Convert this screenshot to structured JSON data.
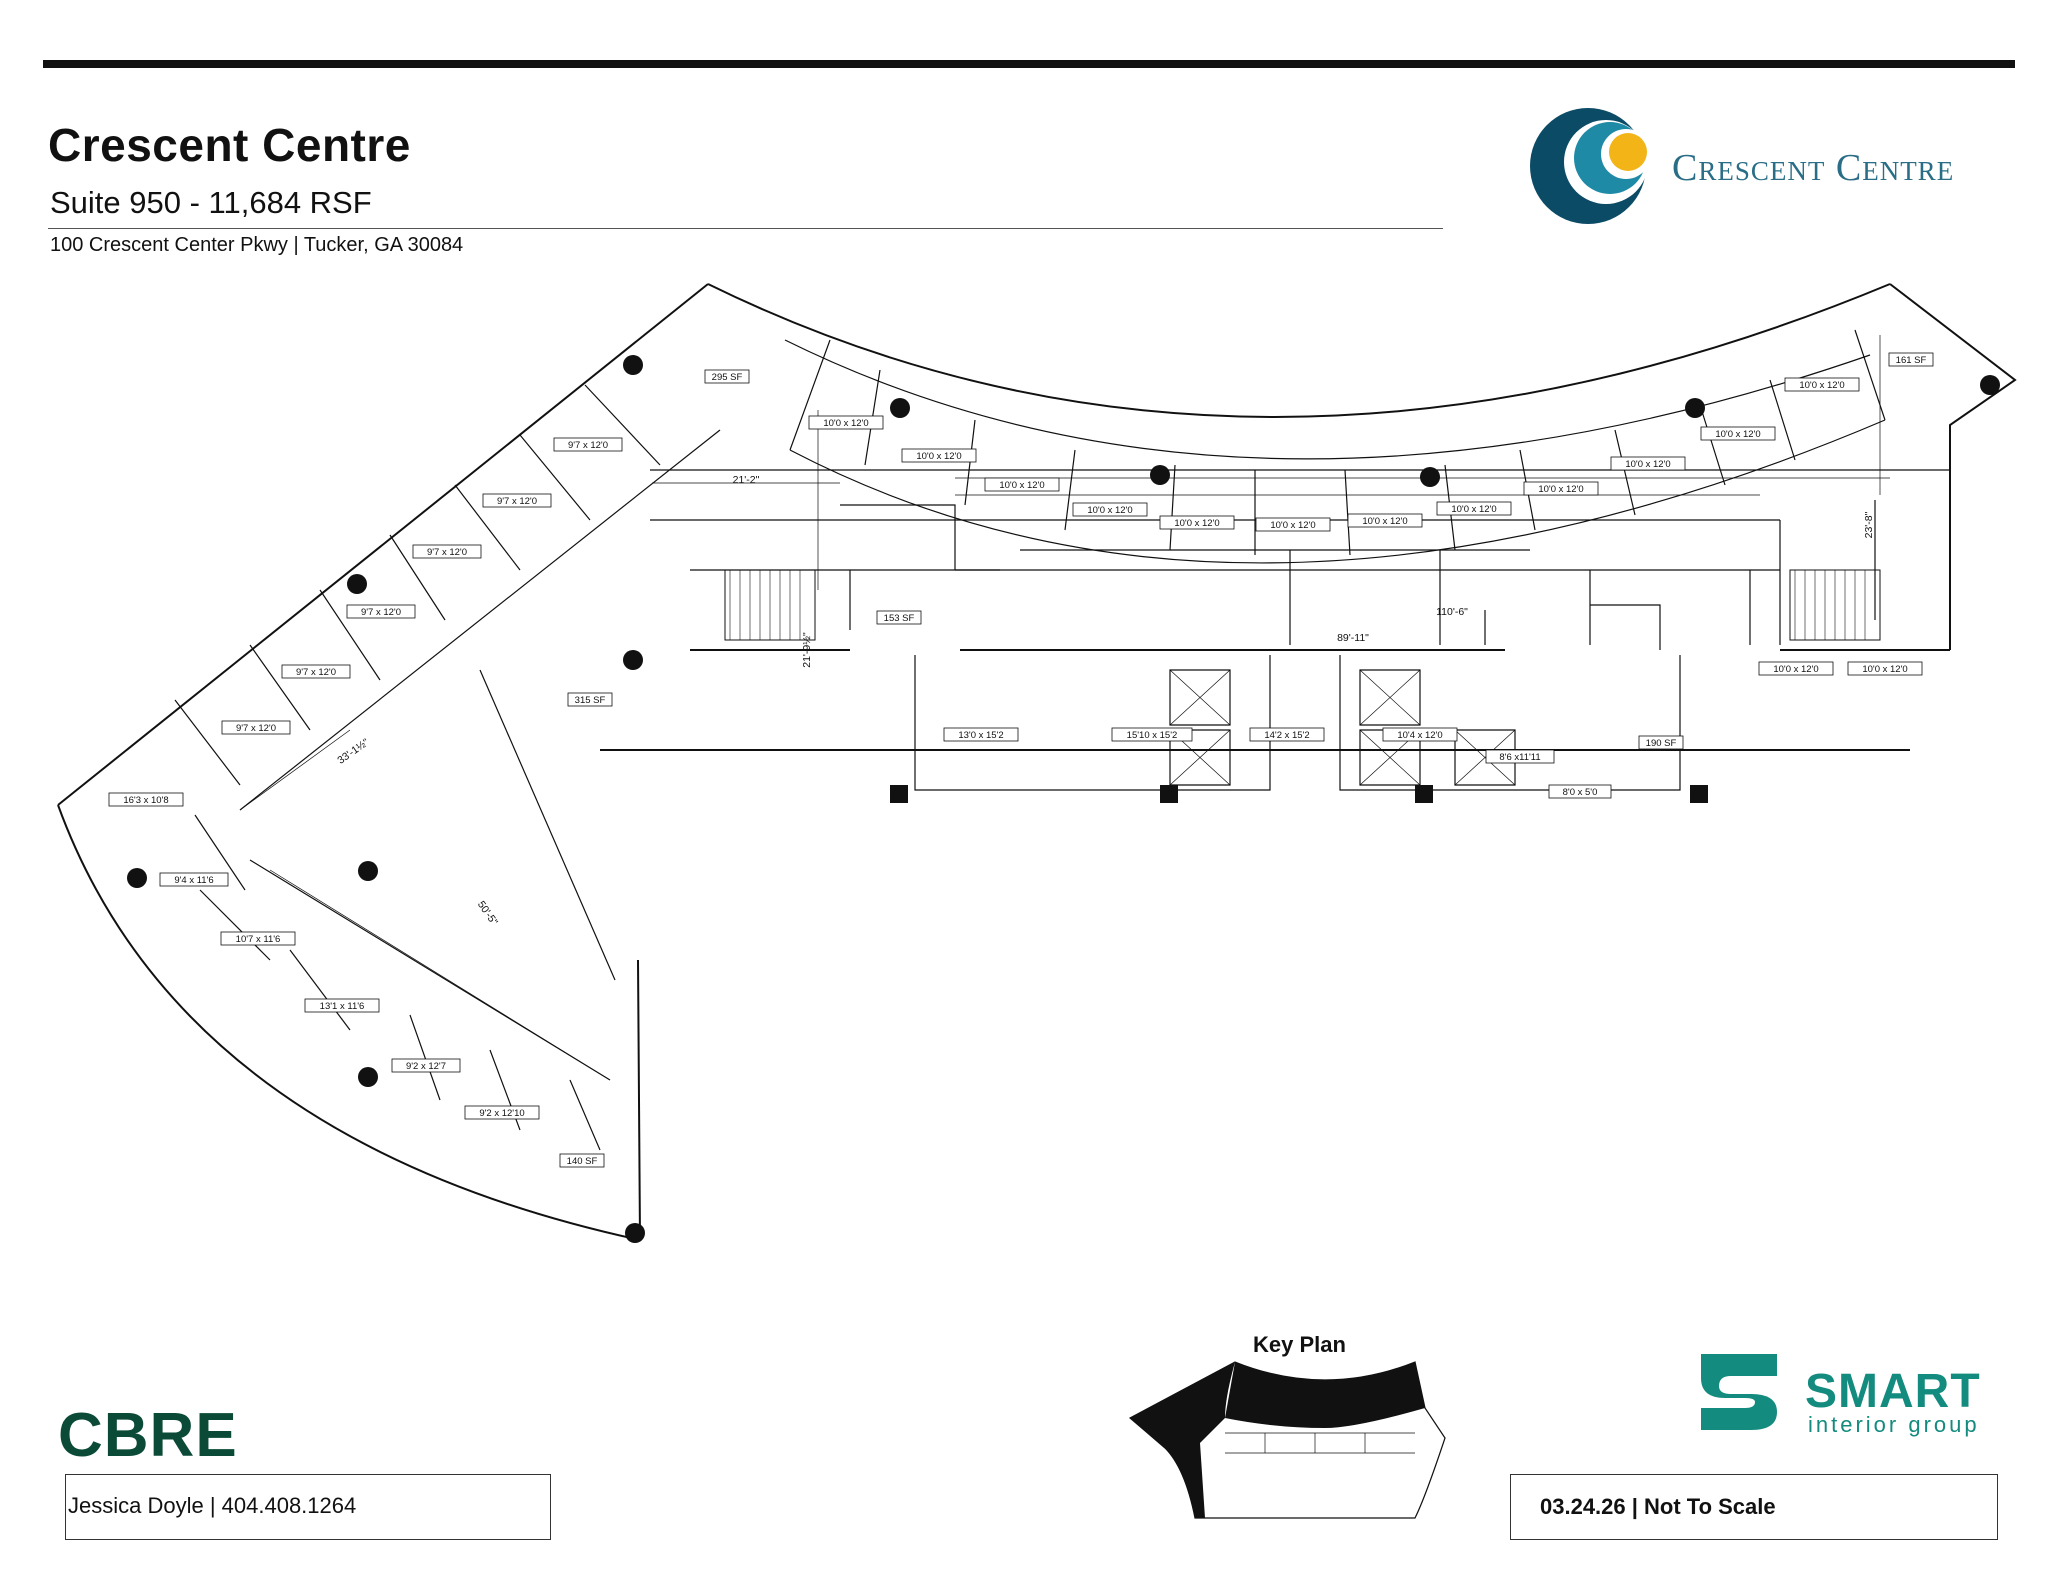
{
  "header": {
    "title": "Crescent Centre",
    "subtitle": "Suite 950 - 11,684 RSF",
    "address": "100 Crescent Center Pkwy | Tucker, GA 30084",
    "logo_text": "Crescent Centre",
    "logo_colors": {
      "outer": "#0b4b66",
      "middle": "#1f8aa6",
      "sun": "#f2b417"
    }
  },
  "rooms": [
    "295 SF",
    "9'7 x 12'0",
    "9'7 x 12'0",
    "9'7 x 12'0",
    "9'7 x 12'0",
    "9'7 x 12'0",
    "9'7 x 12'0",
    "16'3 x 10'8",
    "9'4 x 11'6",
    "10'7 x 11'6",
    "13'1 x 11'6",
    "9'2 x 12'7",
    "9'2 x 12'10",
    "140 SF",
    "315 SF",
    "153 SF",
    "10'0 x 12'0",
    "10'0 x 12'0",
    "10'0 x 12'0",
    "10'0 x 12'0",
    "10'0 x 12'0",
    "10'0 x 12'0",
    "10'0 x 12'0",
    "10'0 x 12'0",
    "10'0 x 12'0",
    "10'0 x 12'0",
    "10'0 x 12'0",
    "10'0 x 12'0",
    "161 SF",
    "10'0 x 12'0",
    "10'0 x 12'0",
    "13'0 x 15'2",
    "15'10 x 15'2",
    "14'2 x 15'2",
    "10'4 x 12'0",
    "8'6 x11'11",
    "8'0 x 5'0",
    "190 SF"
  ],
  "dimensions": [
    "21'-2\"",
    "21'-9½\"",
    "110'-6\"",
    "89'-11\"",
    "23'-8\"",
    "33'-1½\"",
    "50'-5\""
  ],
  "key_plan": {
    "title": "Key Plan"
  },
  "broker": {
    "name": "CBRE",
    "contact": "Jessica Doyle | 404.408.1264"
  },
  "designer": {
    "name": "SMART",
    "tagline": "interior group",
    "color": "#138b7e"
  },
  "footer": {
    "date_note": "03.24.26 | Not To Scale"
  }
}
